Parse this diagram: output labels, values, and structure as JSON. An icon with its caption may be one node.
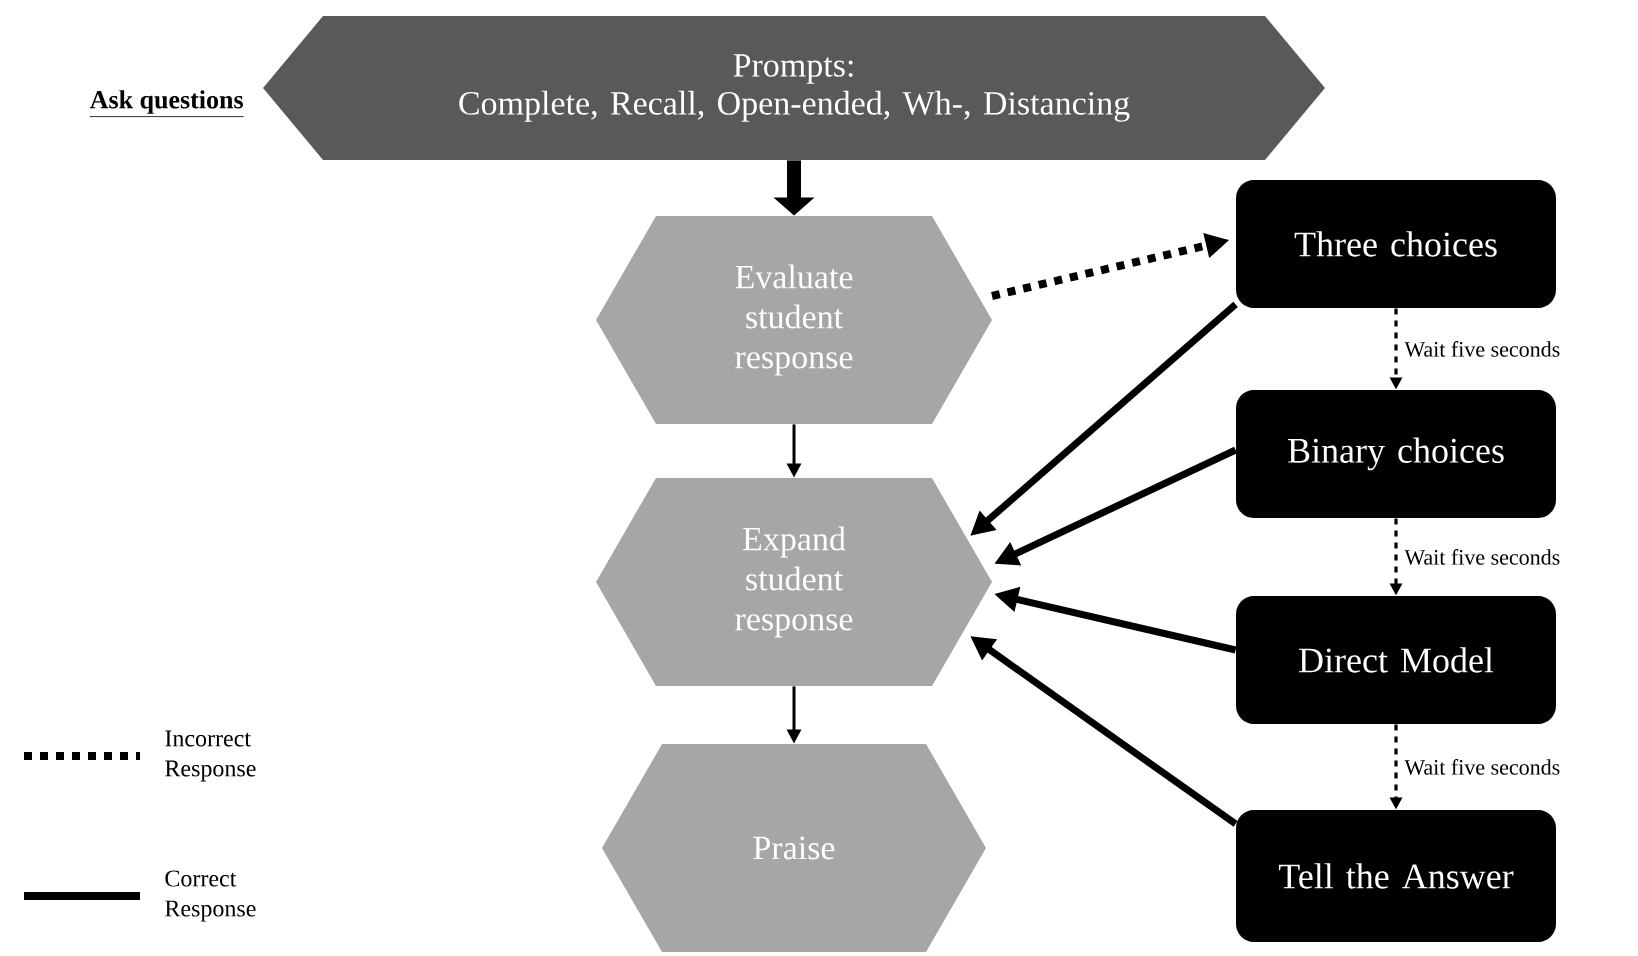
{
  "diagram": {
    "nodes": [
      {
        "text": [
          "Prompts:",
          "Complete, Recall, Open-ended, Wh-, Distancing"
        ],
        "beside": [
          "Ask questions"
        ]
      },
      {
        "text": [
          "Evaluate student response"
        ]
      },
      {
        "text": [
          "Expand student response"
        ]
      },
      {
        "text": [
          "Praise"
        ]
      },
      {
        "text": [
          "Three choices"
        ]
      },
      {
        "text": [
          "Binary choices"
        ]
      },
      {
        "text": [
          "Direct Model"
        ]
      },
      {
        "text": [
          "Tell the Answer"
        ]
      }
    ],
    "edges": [
      {
        "from": 0,
        "to": 1,
        "arrow": "to",
        "style": "thick"
      },
      {
        "from": 1,
        "to": 2,
        "arrow": "to"
      },
      {
        "from": 2,
        "to": 3,
        "arrow": "to"
      },
      {
        "from": 1,
        "to": 4,
        "arrow": "to",
        "style": "dashed"
      },
      {
        "from": 4,
        "to": 5,
        "arrow": "to",
        "style": "dashed",
        "label": "Wait five seconds"
      },
      {
        "from": 5,
        "to": 6,
        "arrow": "to",
        "style": "dashed",
        "label": "Wait five seconds"
      },
      {
        "from": 6,
        "to": 7,
        "arrow": "to",
        "style": "dashed",
        "label": "Wait five seconds"
      },
      {
        "from": 4,
        "to": 2,
        "arrow": "to"
      },
      {
        "from": 5,
        "to": 2,
        "arrow": "to"
      },
      {
        "from": 6,
        "to": 2,
        "arrow": "to"
      },
      {
        "from": 7,
        "to": 2,
        "arrow": "to"
      }
    ],
    "legend": [
      {
        "text": "Incorrect Response"
      },
      {
        "text": "Correct Response"
      }
    ]
  }
}
